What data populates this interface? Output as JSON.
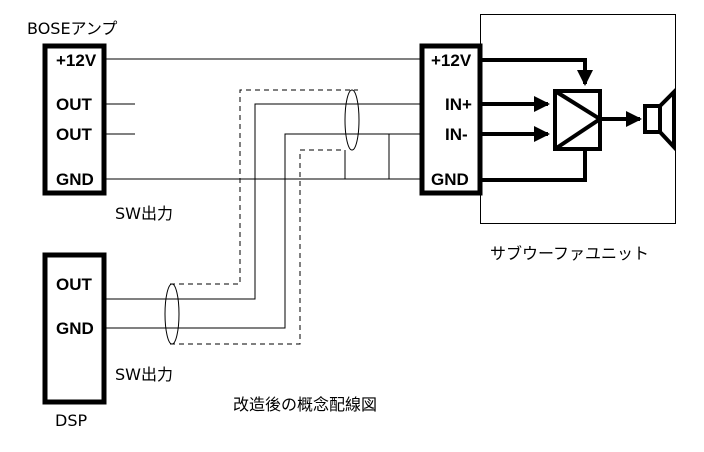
{
  "title": "改造後の概念配線図",
  "bose_amp": {
    "name": "BOSEアンプ",
    "pins": [
      "+12V",
      "OUT",
      "OUT",
      "GND"
    ],
    "output_label": "SW出力"
  },
  "dsp": {
    "name": "DSP",
    "pins": [
      "OUT",
      "GND"
    ],
    "output_label": "SW出力"
  },
  "subwoofer_unit": {
    "name": "サブウーファユニット",
    "pins": [
      "+12V",
      "IN+",
      "IN-",
      "GND"
    ]
  },
  "icons": [
    "amplifier-triangle-icon",
    "speaker-icon"
  ]
}
